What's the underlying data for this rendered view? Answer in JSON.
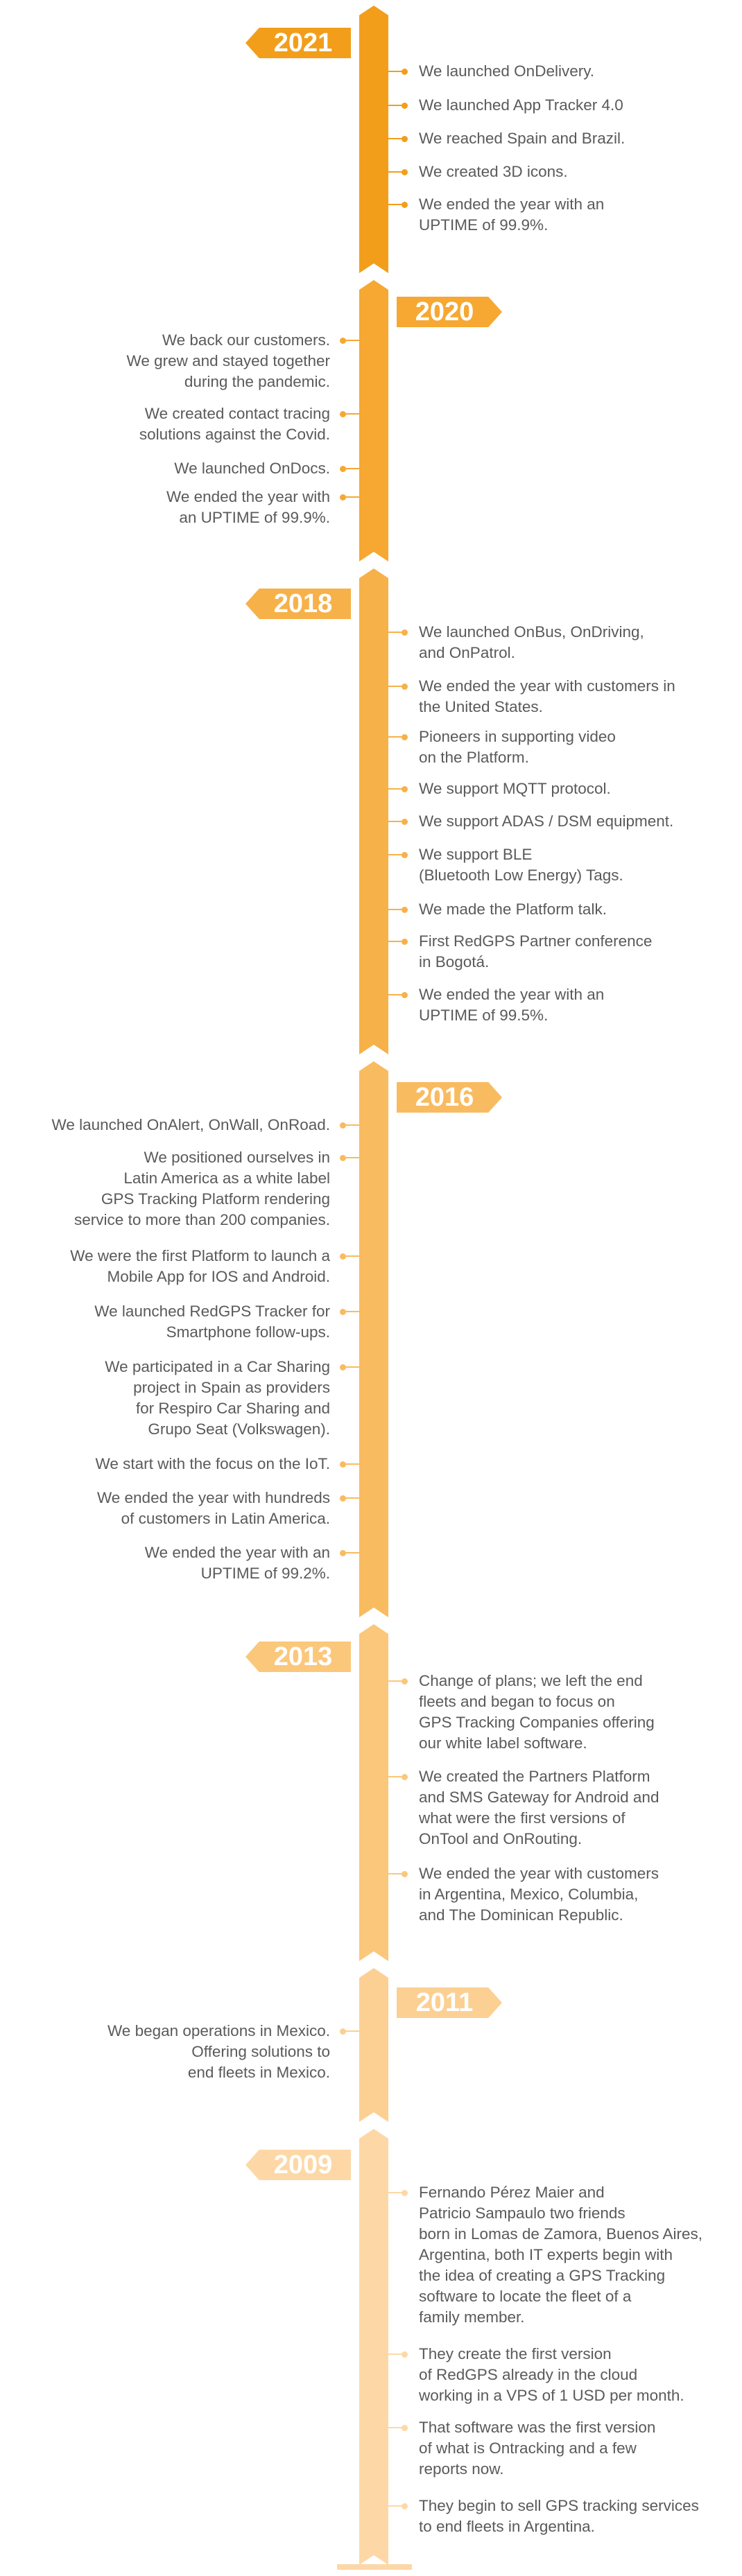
{
  "timeline": [
    {
      "year": "2021",
      "side": "right",
      "color": "#f29e1b",
      "items": [
        "We launched OnDelivery.",
        "We launched App Tracker 4.0",
        "We reached Spain and Brazil.",
        "We created 3D icons.",
        "We ended the year with an\nUPTIME of 99.9%."
      ]
    },
    {
      "year": "2020",
      "side": "left",
      "color": "#f6a832",
      "items": [
        "We back our customers.\nWe grew and stayed together\nduring the pandemic.",
        "We created contact tracing\nsolutions against the Covid.",
        "We launched OnDocs.",
        "We ended the year with\nan UPTIME of 99.9%."
      ]
    },
    {
      "year": "2018",
      "side": "right",
      "color": "#f7b149",
      "items": [
        "We launched OnBus, OnDriving,\nand OnPatrol.",
        "We ended the year with customers in\nthe United States.",
        "Pioneers in supporting video\non the Platform.",
        "We support MQTT protocol.",
        "We support ADAS / DSM equipment.",
        "We support BLE\n(Bluetooth Low Energy) Tags.",
        "We made the Platform talk.",
        "First RedGPS Partner conference\nin Bogotá.",
        "We ended the year with an\nUPTIME of 99.5%."
      ]
    },
    {
      "year": "2016",
      "side": "left",
      "color": "#f9bb60",
      "items": [
        "We launched OnAlert, OnWall, OnRoad.",
        "We positioned ourselves in\nLatin America as a white label\nGPS Tracking Platform rendering\nservice to more than 200 companies.",
        "We were the first Platform to launch a\nMobile App for IOS and Android.",
        "We launched RedGPS Tracker for\nSmartphone follow-ups.",
        "We participated in a Car Sharing\nproject in Spain as providers\nfor Respiro Car Sharing and\nGrupo Seat (Volkswagen).",
        "We start with the focus on the IoT.",
        "We ended the year with hundreds\nof customers in Latin America.",
        "We ended the year with an\nUPTIME of 99.2%."
      ]
    },
    {
      "year": "2013",
      "side": "right",
      "color": "#fbc77b",
      "items": [
        "Change of plans; we left the end\nfleets and began to focus on\nGPS Tracking Companies offering\nour white label software.",
        "We created the Partners Platform\nand SMS Gateway for Android and\nwhat were the first versions of\nOnTool and OnRouting.",
        "We ended the year with customers\nin Argentina, Mexico, Columbia,\nand The Dominican Republic."
      ]
    },
    {
      "year": "2011",
      "side": "left",
      "color": "#fcd093",
      "items": [
        "We began operations in Mexico.\nOffering solutions to\nend fleets in Mexico."
      ]
    },
    {
      "year": "2009",
      "side": "right",
      "color": "#fdd8a6",
      "items": [
        "Fernando Pérez Maier and\nPatricio Sampaulo two friends\nborn in Lomas de Zamora, Buenos Aires,\nArgentina, both IT experts begin with\nthe idea of creating a GPS Tracking\nsoftware to locate the fleet of a\nfamily member.",
        "They create the first version\nof RedGPS already in the cloud\nworking in a VPS of 1 USD per month.",
        "That software was the first version\nof what is Ontracking and a few\nreports now.",
        "They begin to sell GPS tracking services\nto end fleets in Argentina."
      ]
    }
  ]
}
